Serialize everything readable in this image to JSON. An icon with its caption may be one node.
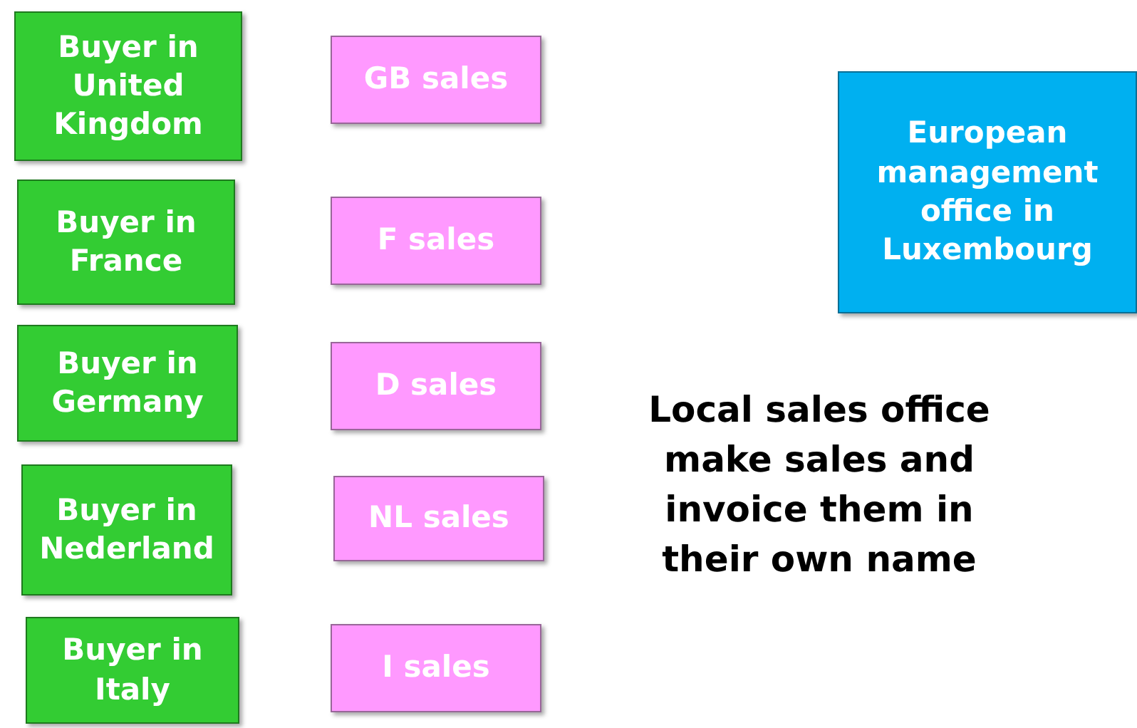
{
  "diagram": {
    "nodes": [
      {
        "text": [
          "Buyer in United Kingdom"
        ]
      },
      {
        "text": [
          "GB sales"
        ]
      },
      {
        "text": [
          "European management office in Luxembourg"
        ]
      },
      {
        "text": [
          "Buyer in France"
        ]
      },
      {
        "text": [
          "F sales"
        ]
      },
      {
        "text": [
          "Buyer in Germany"
        ]
      },
      {
        "text": [
          "D sales"
        ]
      },
      {
        "text": [
          "Buyer in Nederland"
        ]
      },
      {
        "text": [
          "NL sales"
        ]
      },
      {
        "text": [
          "Buyer in Italy"
        ]
      },
      {
        "text": [
          "I sales"
        ]
      }
    ],
    "labels": [
      "Local sales office make sales and invoice them in their own name"
    ]
  }
}
